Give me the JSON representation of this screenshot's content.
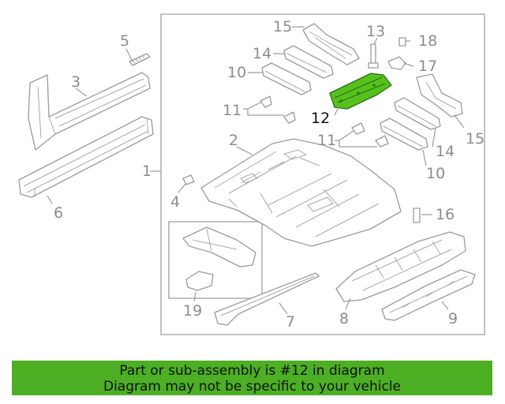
{
  "diagram": {
    "callouts": {
      "c1": "1",
      "c2": "2",
      "c3": "3",
      "c4": "4",
      "c5": "5",
      "c6": "6",
      "c7": "7",
      "c8": "8",
      "c9": "9",
      "c10a": "10",
      "c10b": "10",
      "c11a": "11",
      "c11b": "11",
      "c12": "12",
      "c13": "13",
      "c14a": "14",
      "c14b": "14",
      "c15a": "15",
      "c15b": "15",
      "c16": "16",
      "c17": "17",
      "c18": "18",
      "c19": "19"
    },
    "highlight_part": "12",
    "highlight_color": "#55c21c",
    "line_color": "#9a9a9a"
  },
  "banner": {
    "line1": "Part or sub-assembly is #12 in diagram",
    "line2": "Diagram may not be specific to your vehicle",
    "color": "#4caf24"
  }
}
